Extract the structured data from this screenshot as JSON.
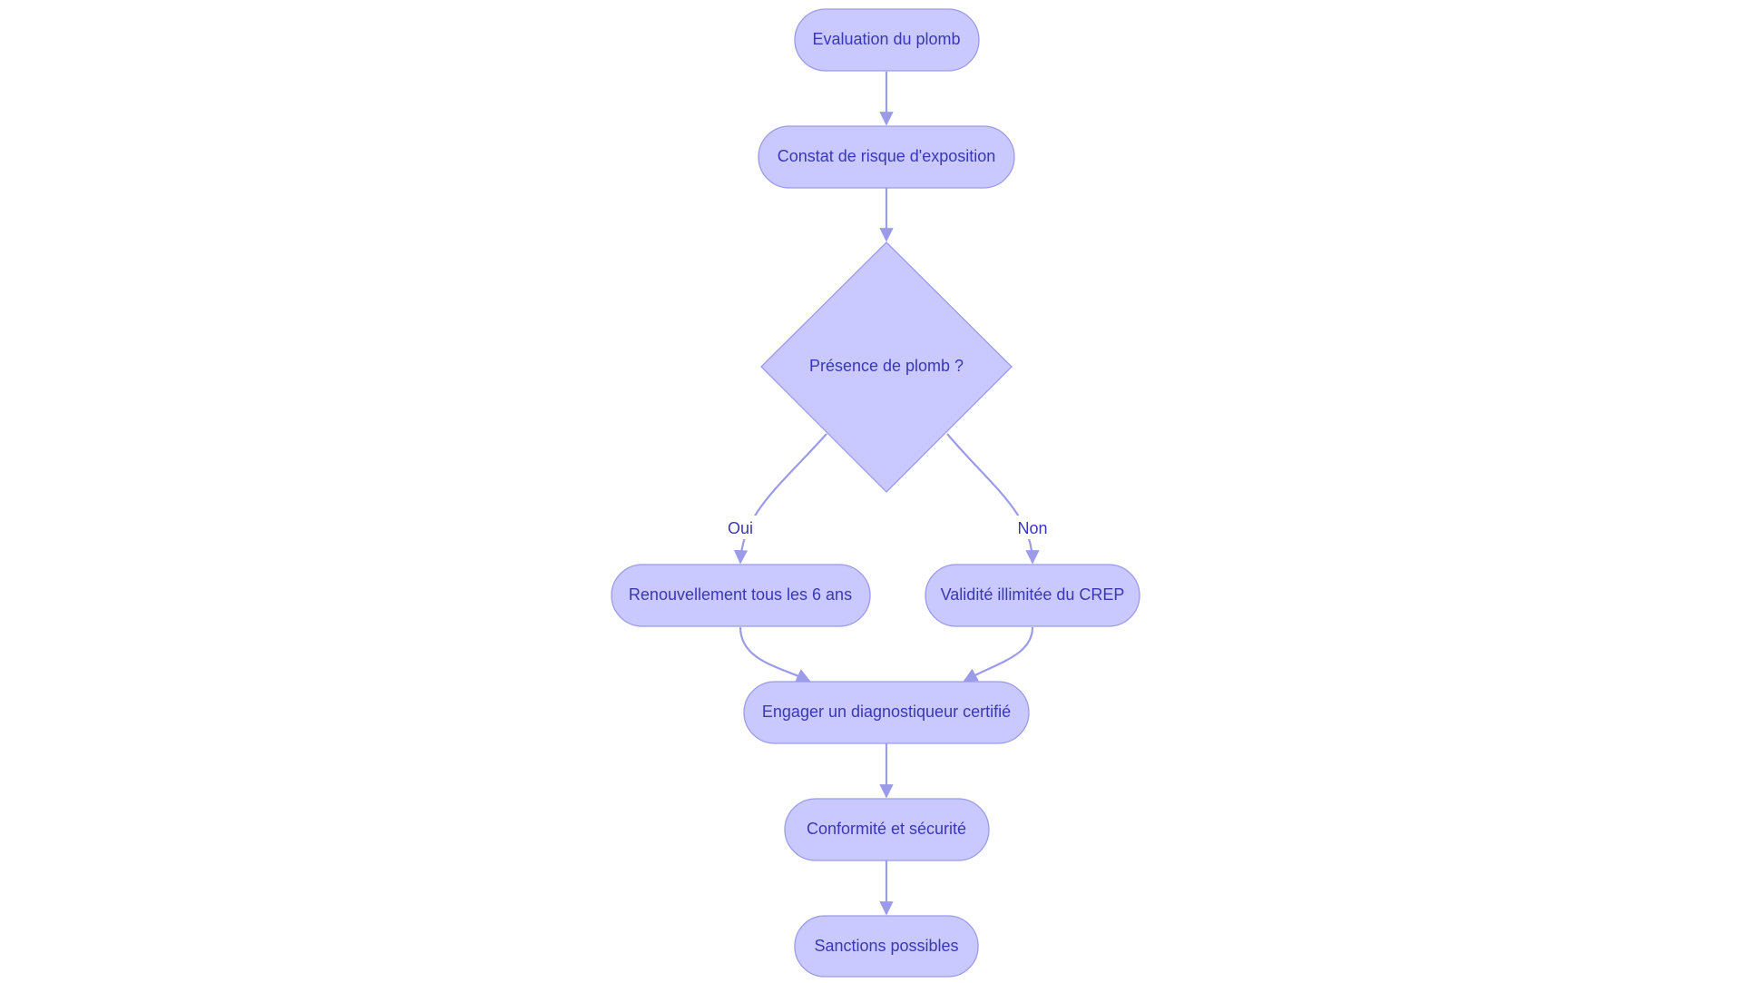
{
  "nodes": {
    "evaluation": "Evaluation du plomb",
    "constat": "Constat de risque d'exposition",
    "presence": "Présence de plomb ?",
    "renouvellement": "Renouvellement tous les 6 ans",
    "validite": "Validité illimitée du CREP",
    "engager": "Engager un diagnostiqueur certifié",
    "conformite": "Conformité et sécurité",
    "sanctions": "Sanctions possibles"
  },
  "edge_labels": {
    "oui": "Oui",
    "non": "Non"
  },
  "colors": {
    "node_fill": "#c9c9ff",
    "node_stroke": "#9b9bea",
    "edge": "#9b9bea",
    "text": "#3a37b5"
  }
}
